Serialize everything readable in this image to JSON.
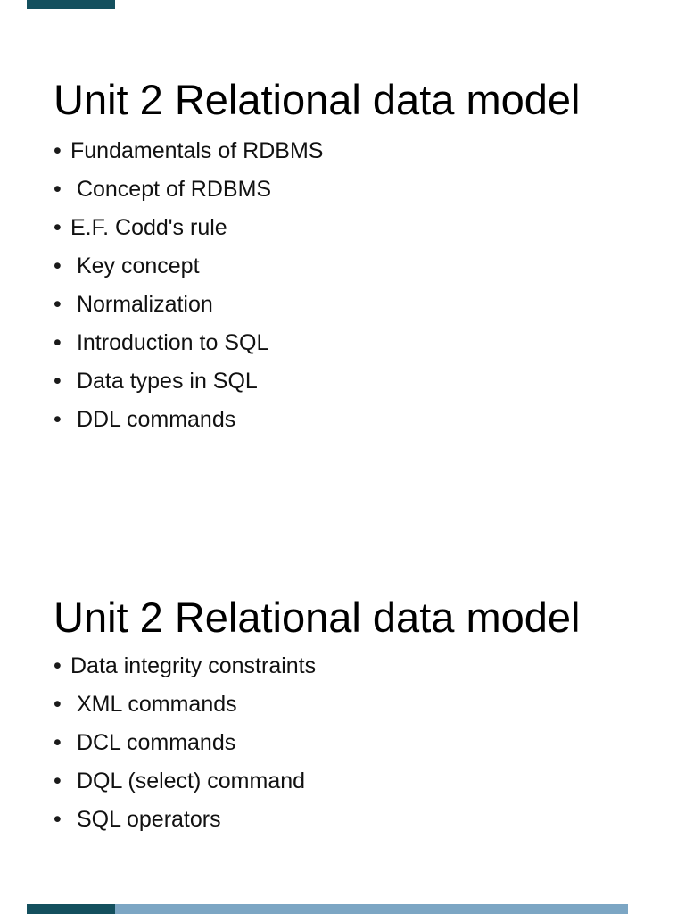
{
  "ui": {
    "bullet_glyph": "•",
    "background_color": "#ffffff",
    "text_color": "#111111",
    "edge_bar_dark_color": "#14505e",
    "edge_bar_light_color": "#7ca6c4"
  },
  "slides": [
    {
      "title": "Unit 2 Relational data model",
      "bullets": [
        "Fundamentals of RDBMS",
        " Concept of RDBMS",
        "E.F. Codd's rule",
        " Key concept",
        " Normalization",
        " Introduction to SQL",
        " Data types in SQL",
        " DDL commands"
      ]
    },
    {
      "title": "Unit 2 Relational data model",
      "bullets": [
        "Data integrity constraints",
        " XML commands",
        " DCL commands",
        " DQL (select) command",
        " SQL operators"
      ]
    }
  ]
}
